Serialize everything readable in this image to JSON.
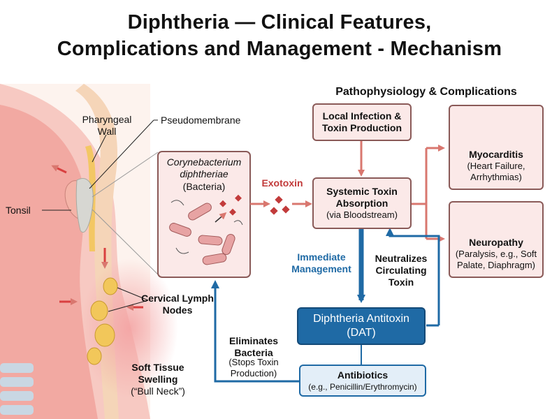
{
  "title": {
    "line1": "Diphtheria — Clinical Features,",
    "line2": "Complications and Management - Mechanism"
  },
  "anatomy": {
    "pharyngeal_wall": "Pharyngeal Wall",
    "pseudomembrane": "Pseudomembrane",
    "tonsil": "Tonsil",
    "lymph_nodes": "Cervical Lymph Nodes",
    "swelling": "Soft Tissue Swelling",
    "bull_neck": "(“Bull Neck”)"
  },
  "bacteria": {
    "name": "Corynebacterium diphtheriae",
    "desc": "(Bacteria)"
  },
  "exotoxin_label": "Exotoxin",
  "section_heading": "Pathophysiology & Complications",
  "boxes": {
    "local_infection": {
      "title": "Local Infection & Toxin Production"
    },
    "systemic": {
      "title": "Systemic Toxin Absorption",
      "sub": "(via Bloodstream)"
    },
    "myocarditis": {
      "title": "Myocarditis",
      "sub": "(Heart Failure, Arrhythmias)"
    },
    "neuropathy": {
      "title": "Neuropathy",
      "sub": "(Paralysis, e.g., Soft Palate, Diaphragm)"
    },
    "dat": {
      "title": "Diphtheria Antitoxin (DAT)"
    },
    "antibiotics": {
      "title": "Antibiotics",
      "sub": "(e.g., Penicillin/Erythromycin)"
    }
  },
  "labels": {
    "immediate_management": "Immediate Management",
    "neutralizes": "Neutralizes Circulating Toxin",
    "eliminates": "Eliminates Bacteria",
    "stops_production": "(Stops Toxin Production)"
  },
  "colors": {
    "box_fill": "#fbe9e8",
    "box_border": "#8a5a58",
    "arrow_red": "#d9776f",
    "management_blue": "#1f6aa5",
    "light_blue": "#e3eef8",
    "exotoxin_red": "#c23b3b"
  }
}
